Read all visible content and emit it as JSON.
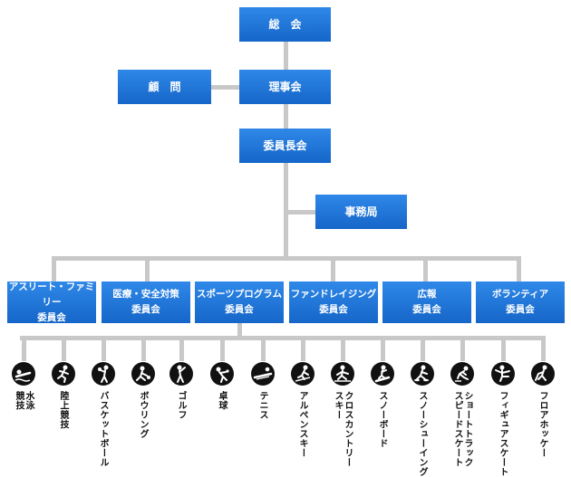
{
  "top": {
    "general_assembly": "総　会",
    "advisor": "顧　問",
    "board": "理事会",
    "chairs": "委員長会",
    "secretariat": "事務局"
  },
  "committees": [
    "アスリート・ファミリー\n委員会",
    "医療・安全対策\n委員会",
    "スポーツプログラム\n委員会",
    "ファンドレイジング\n委員会",
    "広報\n委員会",
    "ボランティア\n委員会"
  ],
  "sports": [
    {
      "label": "水泳\n競技",
      "icon": "swimming-icon"
    },
    {
      "label": "陸上競技",
      "icon": "athletics-icon"
    },
    {
      "label": "バスケットボール",
      "icon": "basketball-icon"
    },
    {
      "label": "ボウリング",
      "icon": "bowling-icon"
    },
    {
      "label": "ゴルフ",
      "icon": "golf-icon"
    },
    {
      "label": "卓球",
      "icon": "table-tennis-icon"
    },
    {
      "label": "テニス",
      "icon": "tennis-icon"
    },
    {
      "label": "アルペンスキー",
      "icon": "alpine-ski-icon"
    },
    {
      "label": "クロスカントリー\nスキー",
      "icon": "cross-country-ski-icon"
    },
    {
      "label": "スノーボード",
      "icon": "snowboard-icon"
    },
    {
      "label": "スノーシューイング",
      "icon": "snowshoeing-icon"
    },
    {
      "label": "ショートトラック\nスピードスケート",
      "icon": "short-track-icon"
    },
    {
      "label": "フィギュアスケート",
      "icon": "figure-skating-icon"
    },
    {
      "label": "フロアホッケー",
      "icon": "floor-hockey-icon"
    }
  ],
  "colors": {
    "box": "#1e73d6",
    "line": "#c8c8c8",
    "icon": "#111111"
  }
}
